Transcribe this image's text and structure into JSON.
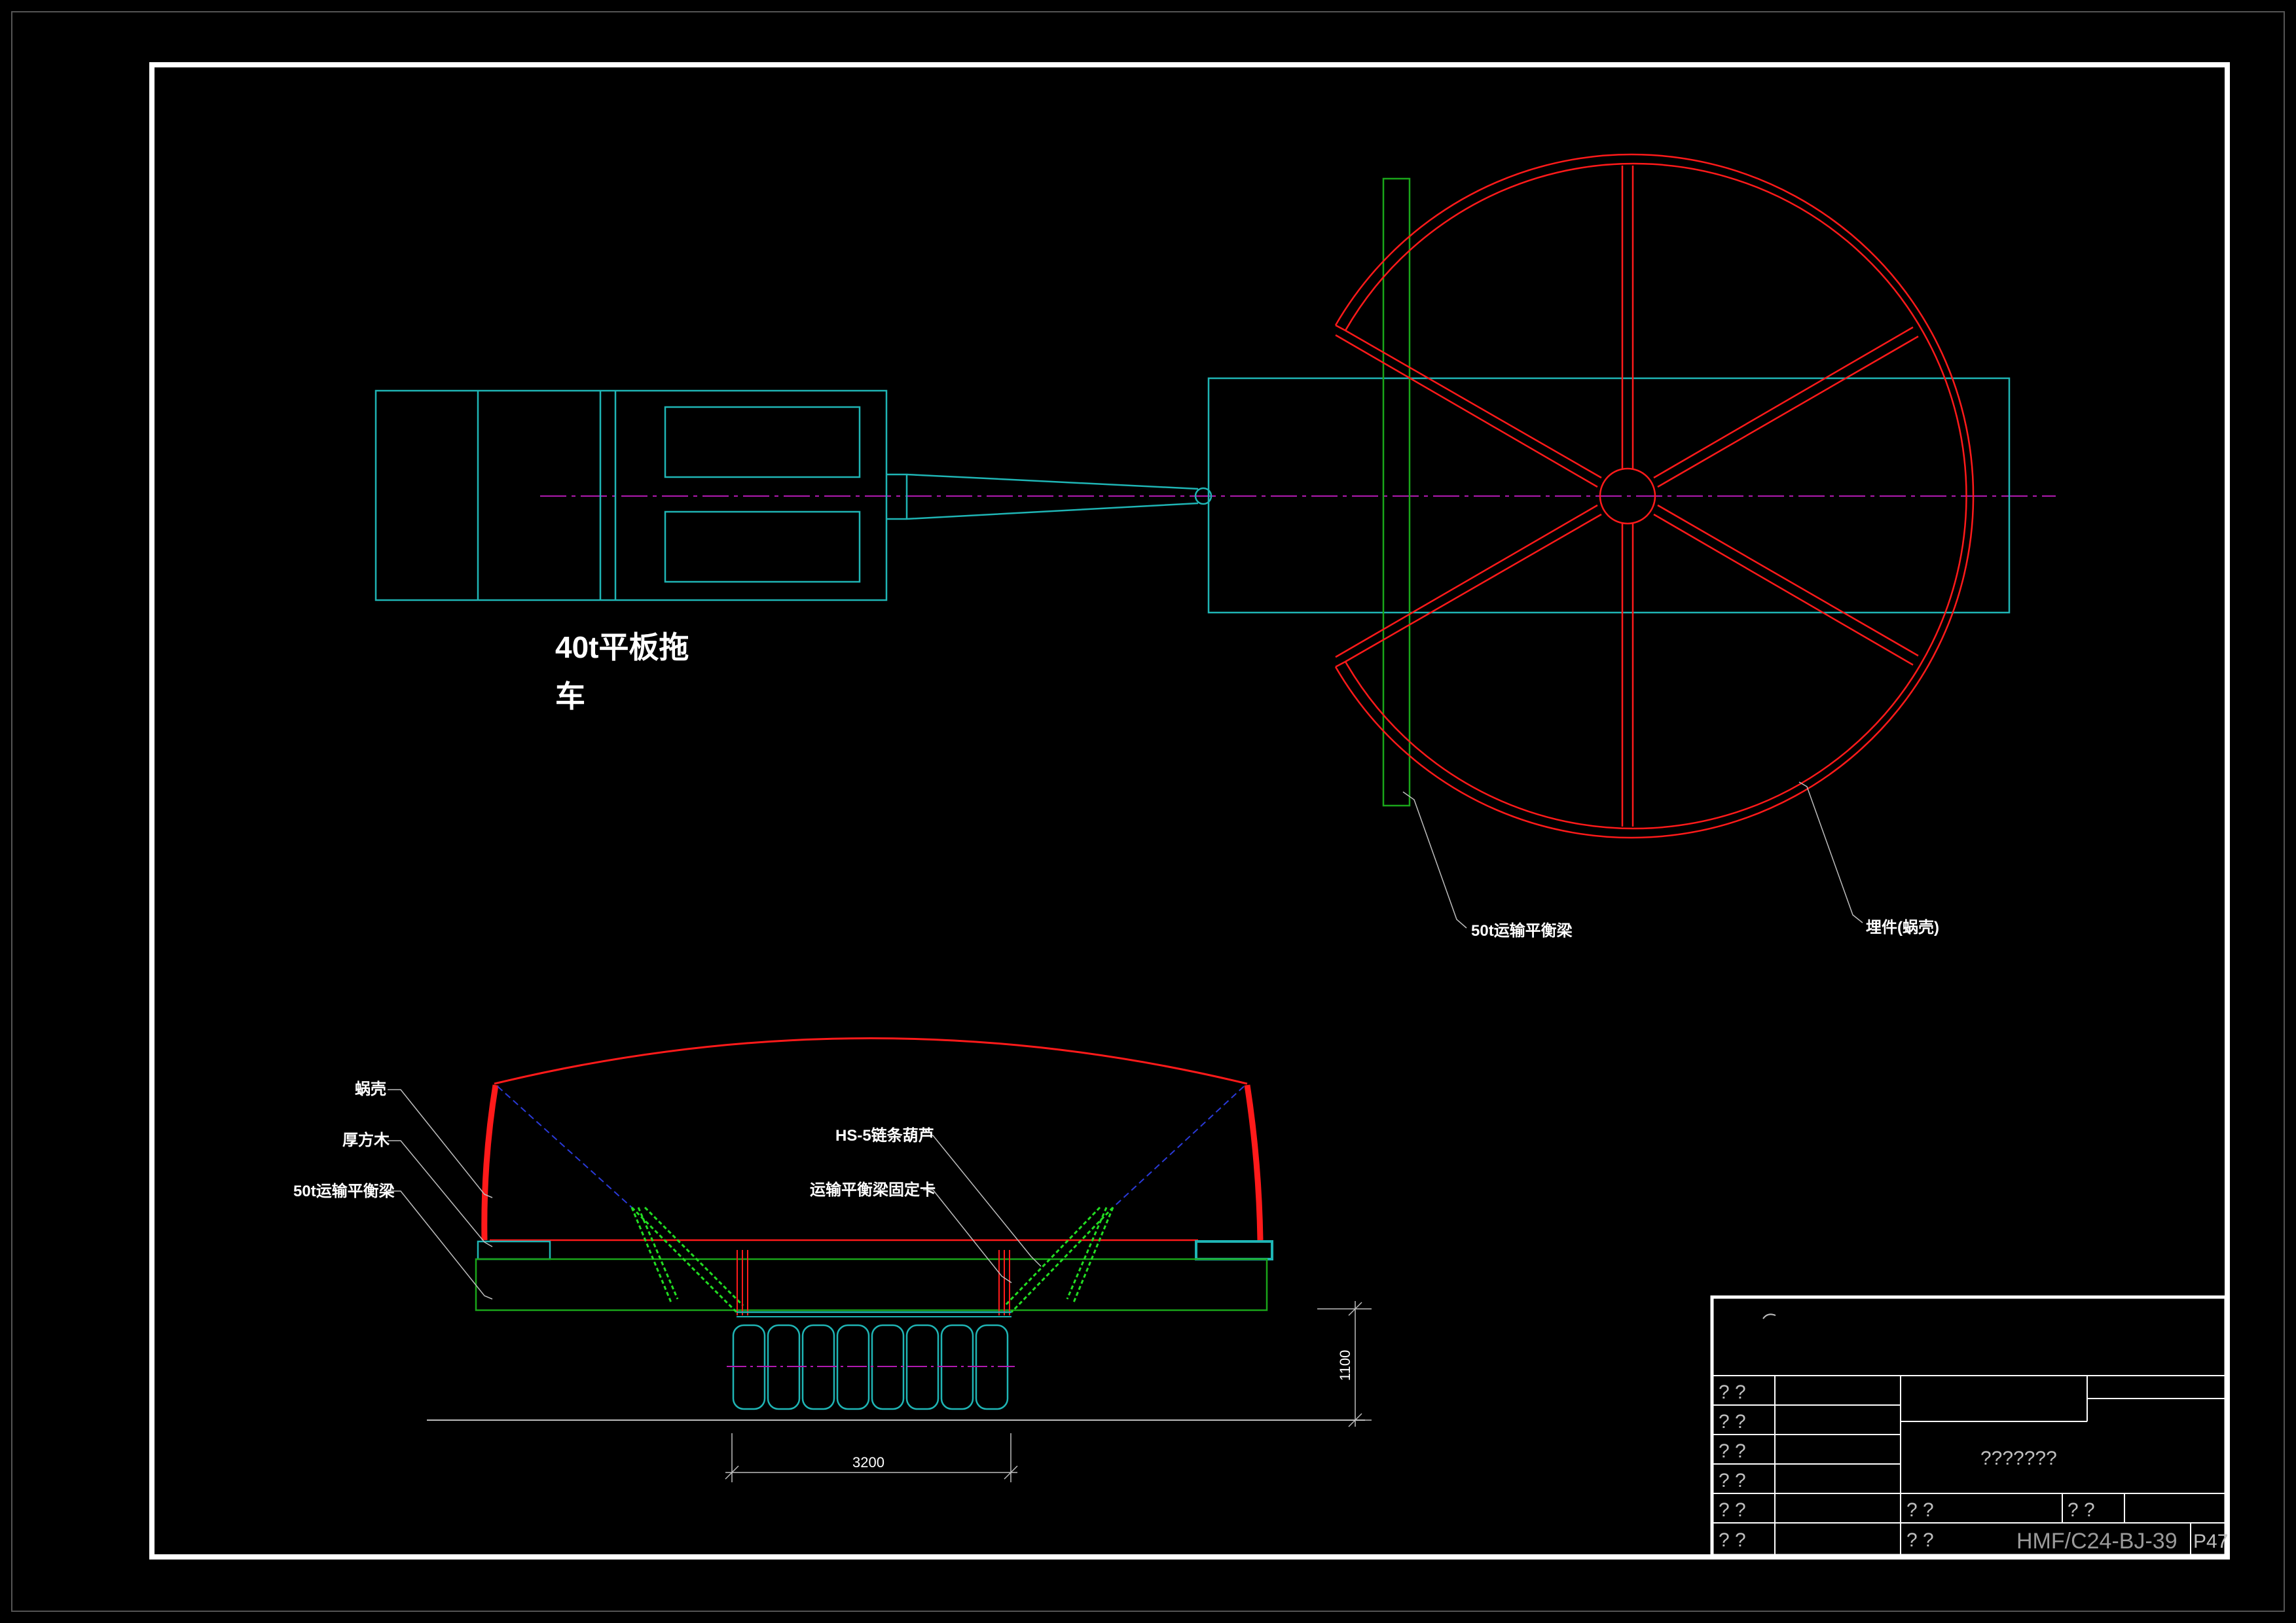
{
  "colors": {
    "background": "#000000",
    "frame": "#ffffff",
    "spiral_case": "#ff1a1a",
    "trailer": "#1fb5b5",
    "beam": "#1aa51a",
    "centerline": "#b01ab0",
    "leader": "#bdbdbd",
    "hoist": "#22dd22",
    "tyre": "#1fb5b5"
  },
  "plan_view": {
    "trailer_label_line1": "40t平板拖",
    "trailer_label_line2": "车",
    "beam_label": "50t运输平衡梁",
    "embed_label": "埋件(蜗壳)"
  },
  "section_view": {
    "label_spiral": "蜗壳",
    "label_timber": "厚方木",
    "label_beam": "50t运输平衡梁",
    "label_hoist": "HS-5链条葫芦",
    "label_clamp": "运输平衡梁固定卡",
    "dim_height": "1100",
    "dim_width": "3200"
  },
  "title_block": {
    "row_labels": [
      "? ?",
      "? ?",
      "? ?",
      "? ?",
      "? ?",
      "? ?"
    ],
    "title": "???????",
    "field_a": "? ?",
    "field_b": "? ?",
    "field_c": "? ?",
    "drawing_no": "HMF/C24-BJ-39",
    "page": "P47"
  }
}
